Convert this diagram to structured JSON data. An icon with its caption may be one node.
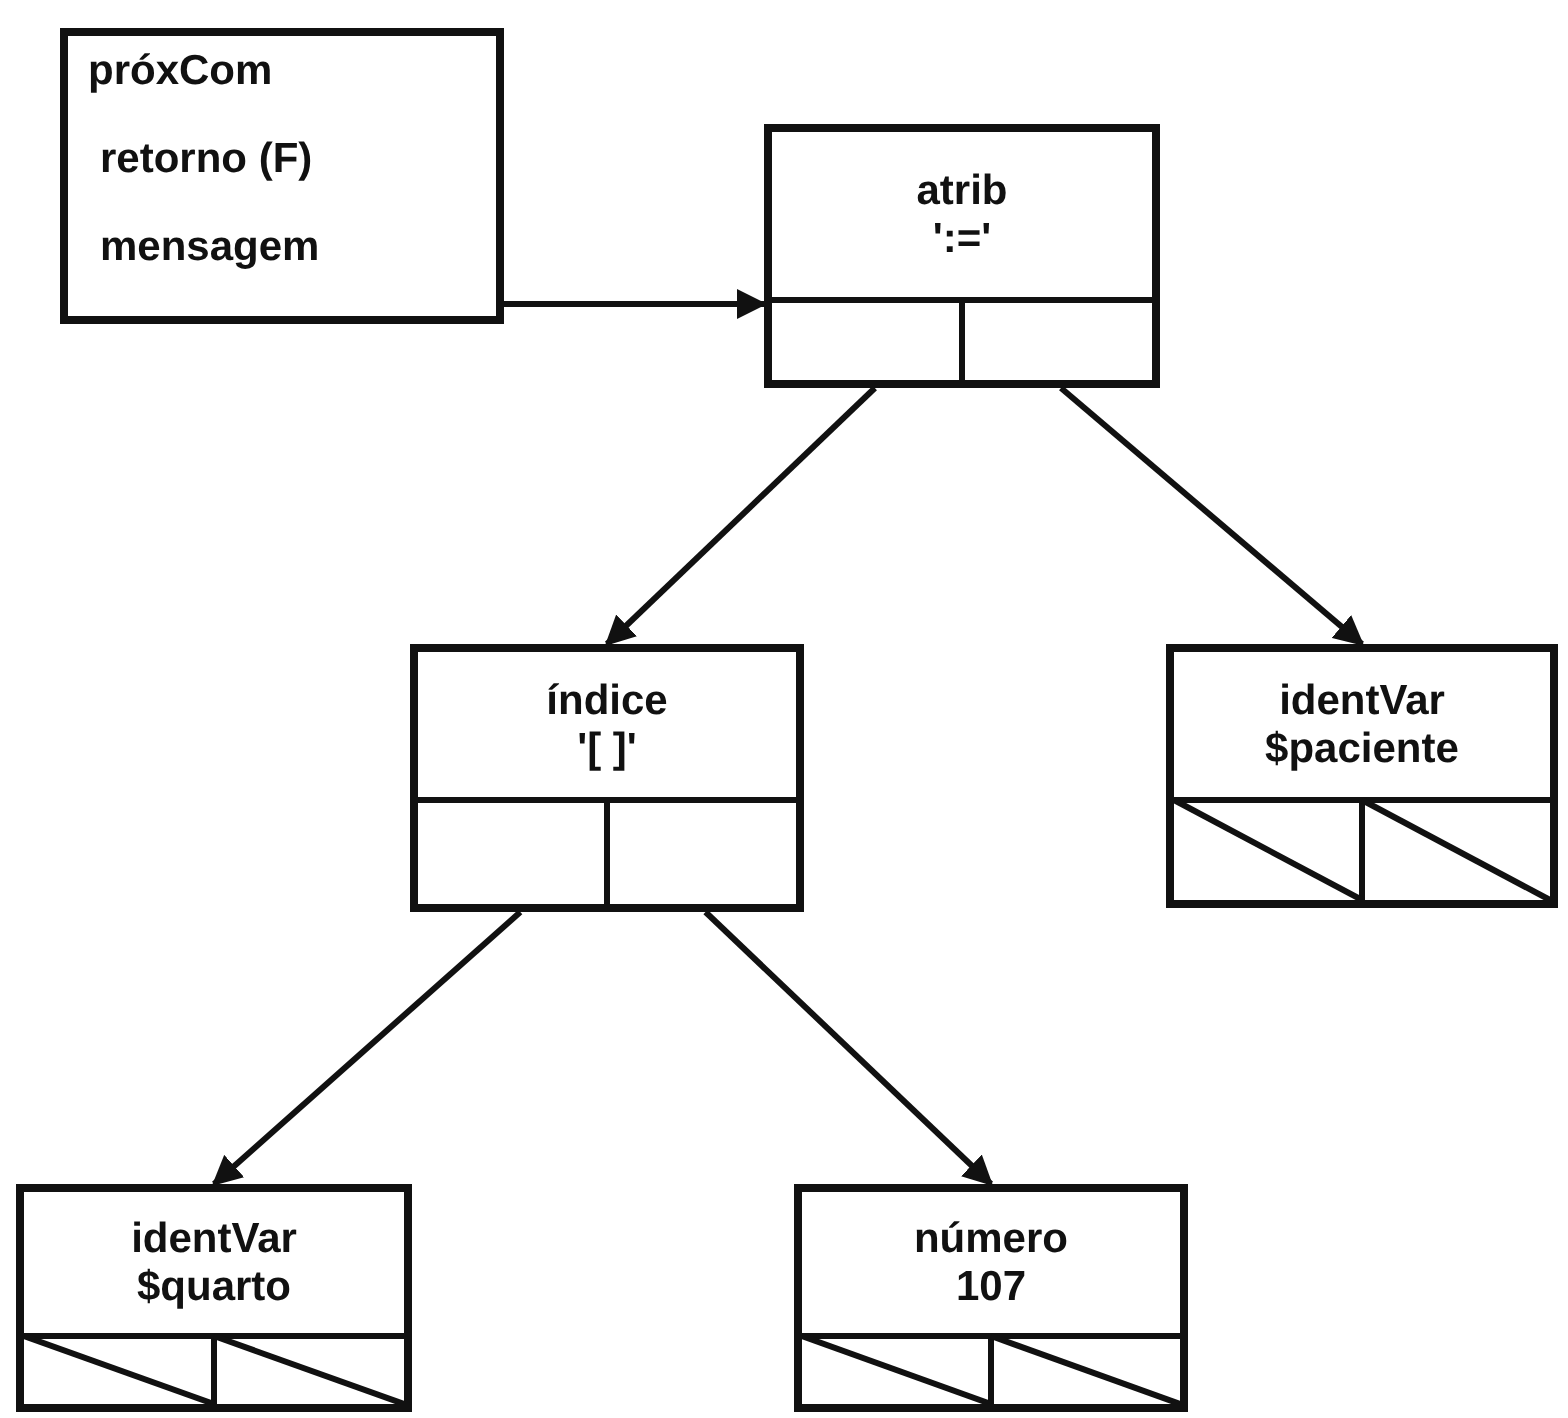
{
  "diagram": {
    "nodes": [
      {
        "text": [
          "próxCom",
          "retorno (F)",
          "mensagem"
        ]
      },
      {
        "text": [
          "atrib",
          "':='"
        ]
      },
      {
        "text": [
          "índice",
          "'[ ]'"
        ]
      },
      {
        "text": [
          "identVar",
          "$paciente"
        ]
      },
      {
        "text": [
          "identVar",
          "$quarto"
        ]
      },
      {
        "text": [
          "número",
          "107"
        ]
      }
    ],
    "edges": [
      {
        "from": 0,
        "to": 1,
        "arrow": "to"
      },
      {
        "from": 1,
        "to": 2,
        "arrow": "to"
      },
      {
        "from": 1,
        "to": 3,
        "arrow": "to"
      },
      {
        "from": 2,
        "to": 4,
        "arrow": "to"
      },
      {
        "from": 2,
        "to": 5,
        "arrow": "to"
      }
    ]
  }
}
